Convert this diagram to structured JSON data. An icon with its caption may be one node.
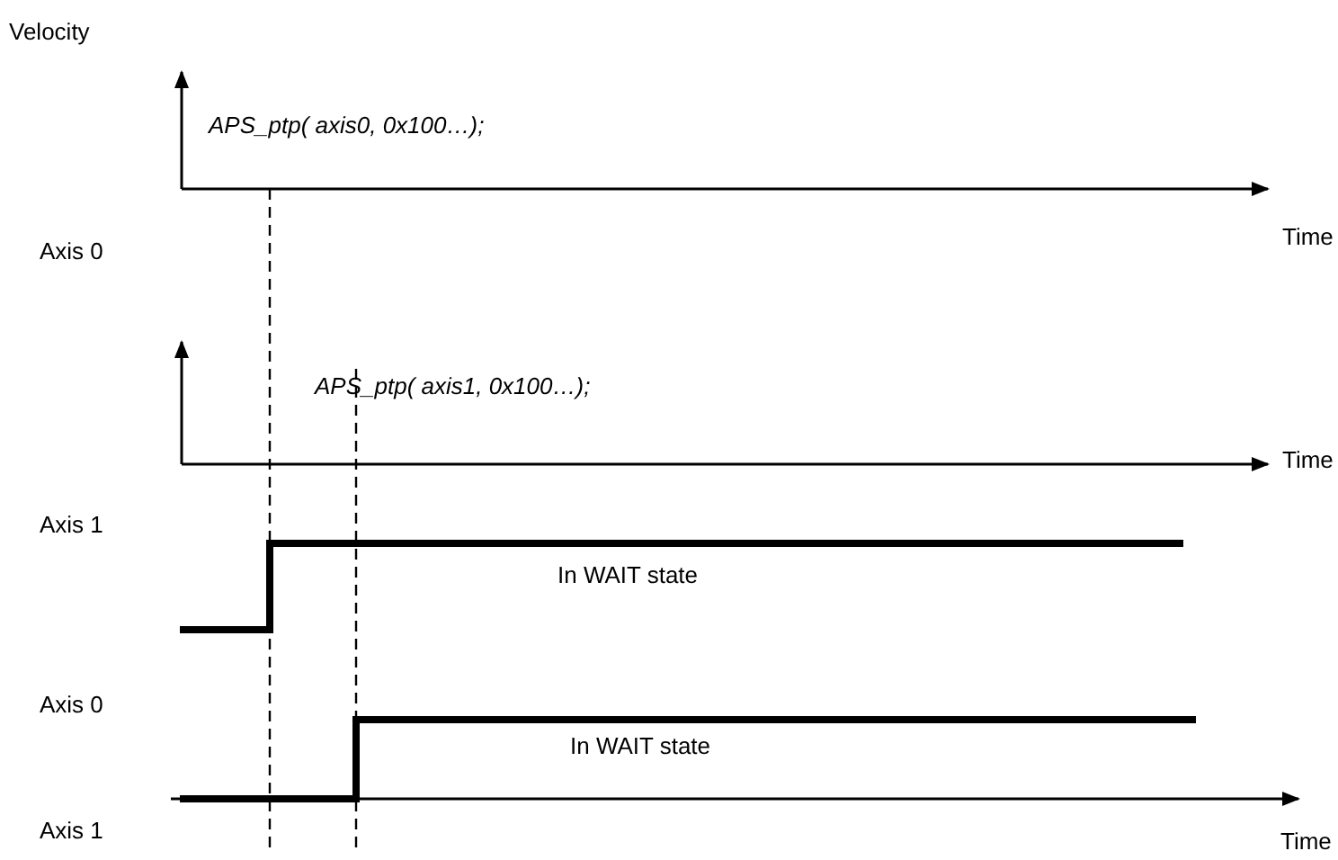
{
  "diagram": {
    "labels": [
      "Velocity",
      "APS_ptp( axis0, 0x100…);",
      "Axis 0",
      "Time",
      "APS_ptp( axis1, 0x100…);",
      "Axis 1",
      "Time",
      "Axis 0",
      "In WAIT state",
      "Axis 1",
      "In WAIT state",
      "Time"
    ]
  }
}
